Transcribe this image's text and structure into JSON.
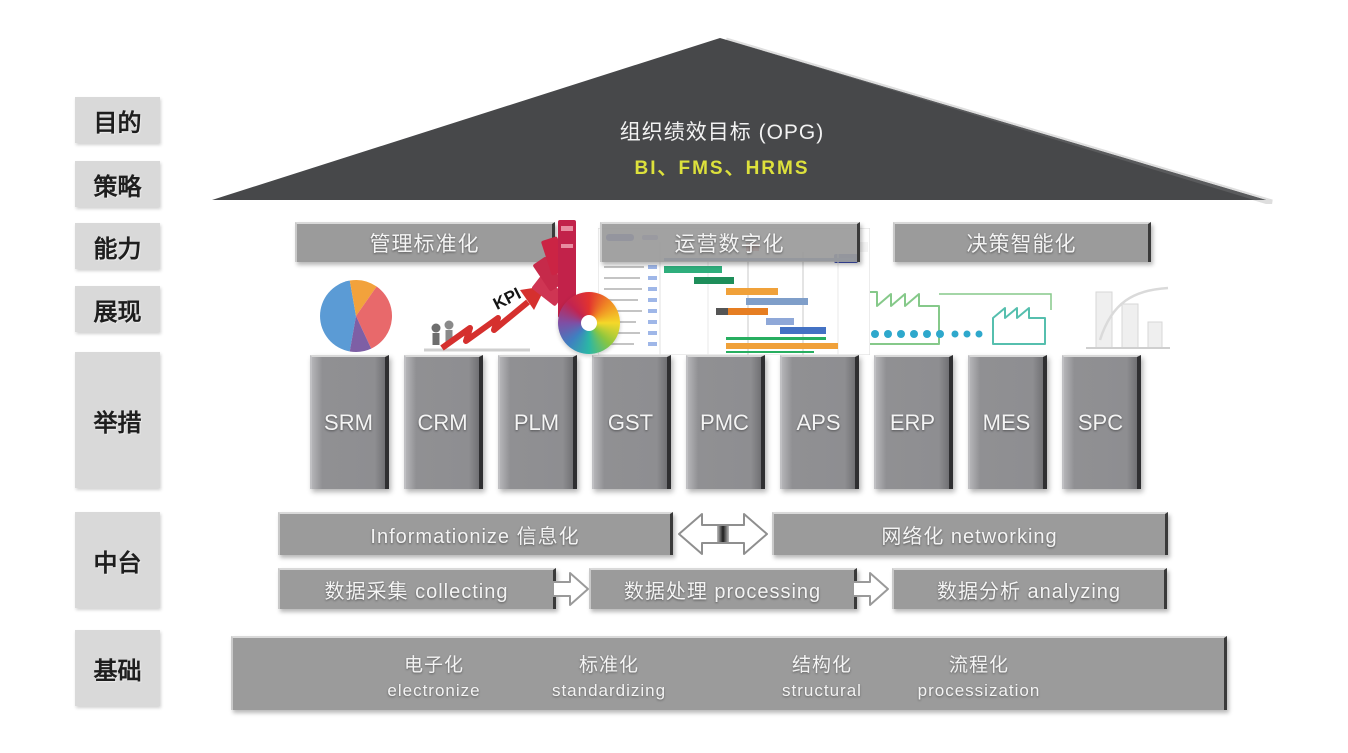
{
  "colors": {
    "background": "#ffffff",
    "roof": "#47484a",
    "bar_gray": "#9b9b9b",
    "pillar_gray": "#8e8e91",
    "label_bg": "#d9d9d9",
    "roof_title_color": "#f2f2f2",
    "roof_subtitle_color": "#dde13c",
    "kpi_arrow_red": "#d5302e",
    "gantt_blue": "#4472c4",
    "gantt_green": "#27ae60",
    "gantt_orange": "#f0a13a",
    "factory_green": "#86c98a",
    "factory_teal": "#56bfae",
    "dot_blue": "#2ea8cc"
  },
  "left_labels": [
    "目的",
    "策略",
    "能力",
    "展现",
    "举措",
    "中台",
    "基础"
  ],
  "roof": {
    "title": "组织绩效目标 (OPG)",
    "subtitle": "BI、FMS、HRMS"
  },
  "capabilities": [
    "管理标准化",
    "运营数字化",
    "决策智能化"
  ],
  "showcase_icons": [
    "pie-chart",
    "kpi-growth-arrow",
    "color-wheel-fan",
    "gantt-chart",
    "factory-network",
    "mini-bar-chart"
  ],
  "kpi_label": "KPI",
  "pillars": [
    "SRM",
    "CRM",
    "PLM",
    "GST",
    "PMC",
    "APS",
    "ERP",
    "MES",
    "SPC"
  ],
  "middle_row1": [
    "Informationize 信息化",
    "网络化 networking"
  ],
  "middle_row2": [
    "数据采集 collecting",
    "数据处理 processing",
    "数据分析 analyzing"
  ],
  "foundation": [
    {
      "zh": "电子化",
      "en": "electronize"
    },
    {
      "zh": "标准化",
      "en": "standardizing"
    },
    {
      "zh": "结构化",
      "en": "structural"
    },
    {
      "zh": "流程化",
      "en": "processization"
    }
  ]
}
